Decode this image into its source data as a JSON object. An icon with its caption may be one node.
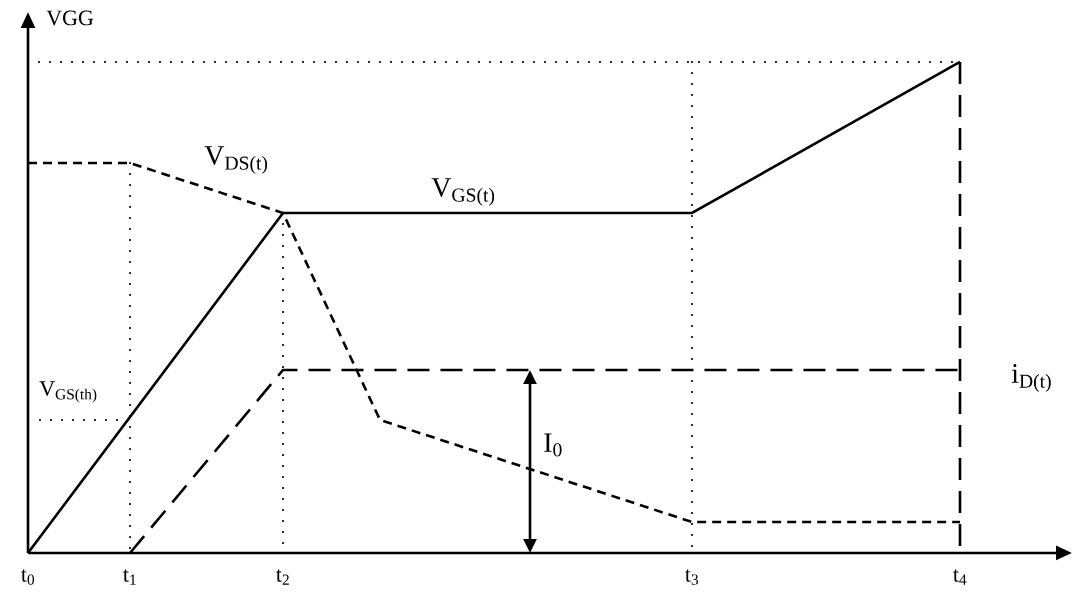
{
  "diagram": {
    "labels": [
      "VGG",
      "V$_{DS(t)}$",
      "V$_{GS(t)}$",
      "V$_{GS(th)}$",
      "i$_{D(t)}$",
      "I$_{0}$",
      "t$_{0}$",
      "t$_{1}$",
      "t$_{2}$",
      "t$_{3}$",
      "t$_{4}$"
    ]
  }
}
